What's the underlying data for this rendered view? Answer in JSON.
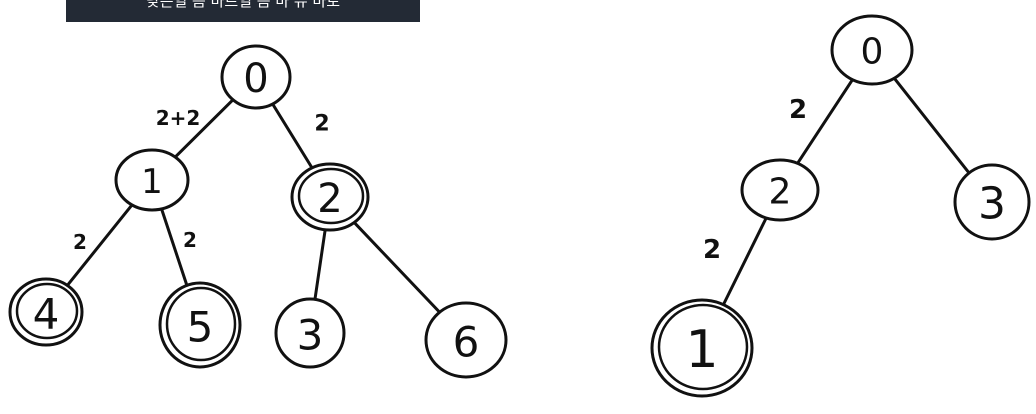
{
  "caption": {
    "text": "낮은일 음 바르일 음 바 유 바로",
    "background": "#232a35"
  },
  "ink_color": "#111111",
  "trees": [
    {
      "name": "left-tree",
      "nodes": [
        {
          "id": "0",
          "label": "0",
          "double_circle": false
        },
        {
          "id": "1",
          "label": "1",
          "double_circle": false
        },
        {
          "id": "2",
          "label": "2",
          "double_circle": true
        },
        {
          "id": "4",
          "label": "4",
          "double_circle": true
        },
        {
          "id": "5",
          "label": "5",
          "double_circle": true
        },
        {
          "id": "3",
          "label": "3",
          "double_circle": false
        },
        {
          "id": "6",
          "label": "6",
          "double_circle": false
        }
      ],
      "edges": [
        {
          "from": "0",
          "to": "1",
          "weight": "2+2"
        },
        {
          "from": "0",
          "to": "2",
          "weight": "2"
        },
        {
          "from": "1",
          "to": "4",
          "weight": "2"
        },
        {
          "from": "1",
          "to": "5",
          "weight": "2"
        },
        {
          "from": "2",
          "to": "3",
          "weight": ""
        },
        {
          "from": "2",
          "to": "6",
          "weight": ""
        }
      ]
    },
    {
      "name": "right-tree",
      "nodes": [
        {
          "id": "0",
          "label": "0",
          "double_circle": false
        },
        {
          "id": "2",
          "label": "2",
          "double_circle": false
        },
        {
          "id": "3",
          "label": "3",
          "double_circle": false
        },
        {
          "id": "1",
          "label": "1",
          "double_circle": true
        }
      ],
      "edges": [
        {
          "from": "0",
          "to": "2",
          "weight": "2"
        },
        {
          "from": "0",
          "to": "3",
          "weight": ""
        },
        {
          "from": "2",
          "to": "1",
          "weight": "2"
        }
      ]
    }
  ]
}
